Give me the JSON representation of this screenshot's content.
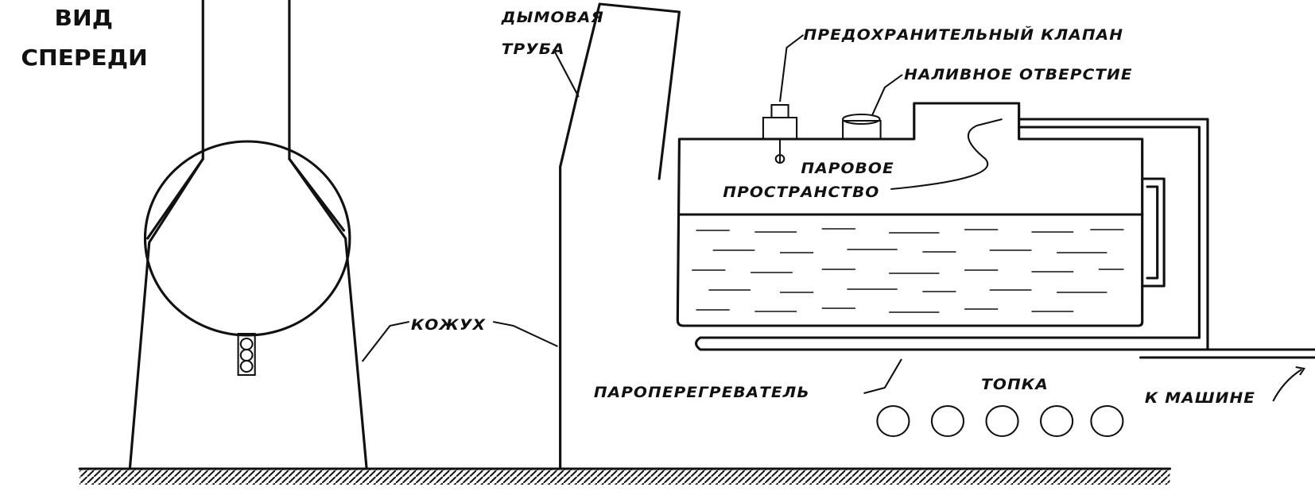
{
  "labels": {
    "front_view_1": "ВИД",
    "front_view_2": "СПЕРЕДИ",
    "chimney_1": "ДЫМОВАЯ",
    "chimney_2": "ТРУБА",
    "safety_valve": "ПРЕДОХРАНИТЕЛЬНЫЙ КЛАПАН",
    "filler_hole": "НАЛИВНОЕ ОТВЕРСТИЕ",
    "steam_space_1": "ПАРОВОЕ",
    "steam_space_2": "ПРОСТРАНСТВО",
    "casing": "КОЖУХ",
    "superheater": "ПАРОПЕРЕГРЕВАТЕЛЬ",
    "firebox": "ТОПКА",
    "to_engine": "К МАШИНЕ"
  }
}
